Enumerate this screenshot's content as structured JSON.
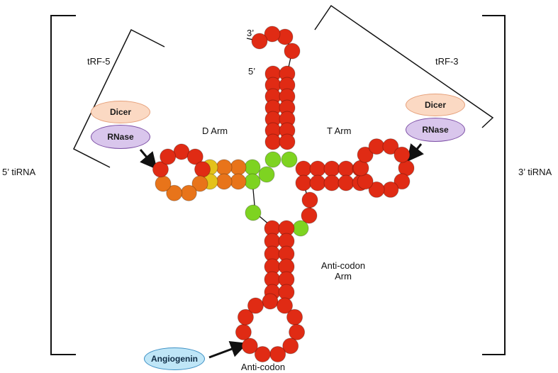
{
  "labels": {
    "five_prime_tirna": "5’ tiRNA",
    "three_prime_tirna": "3’ tiRNA",
    "trf5": "tRF-5",
    "trf3": "tRF-3",
    "d_arm": "D Arm",
    "t_arm": "T Arm",
    "anticodon_arm": "Anti-codon\nArm",
    "anticodon": "Anti-codon",
    "three_prime_end": "3’",
    "five_prime_end": "5’"
  },
  "enzymes": {
    "dicer_left": "Dicer",
    "rnase_left": "RNase",
    "dicer_right": "Dicer",
    "rnase_right": "RNase",
    "angiogenin": "Angiogenin"
  },
  "colors": {
    "nucleotide_red": "#e02b14",
    "nucleotide_orange": "#e8741a",
    "nucleotide_yellow": "#e4c21a",
    "nucleotide_green": "#7ed321",
    "dicer_fill": "#fbd9c3",
    "rnase_fill": "#d9c6ec",
    "angiogenin_fill": "#bfe6f7"
  }
}
